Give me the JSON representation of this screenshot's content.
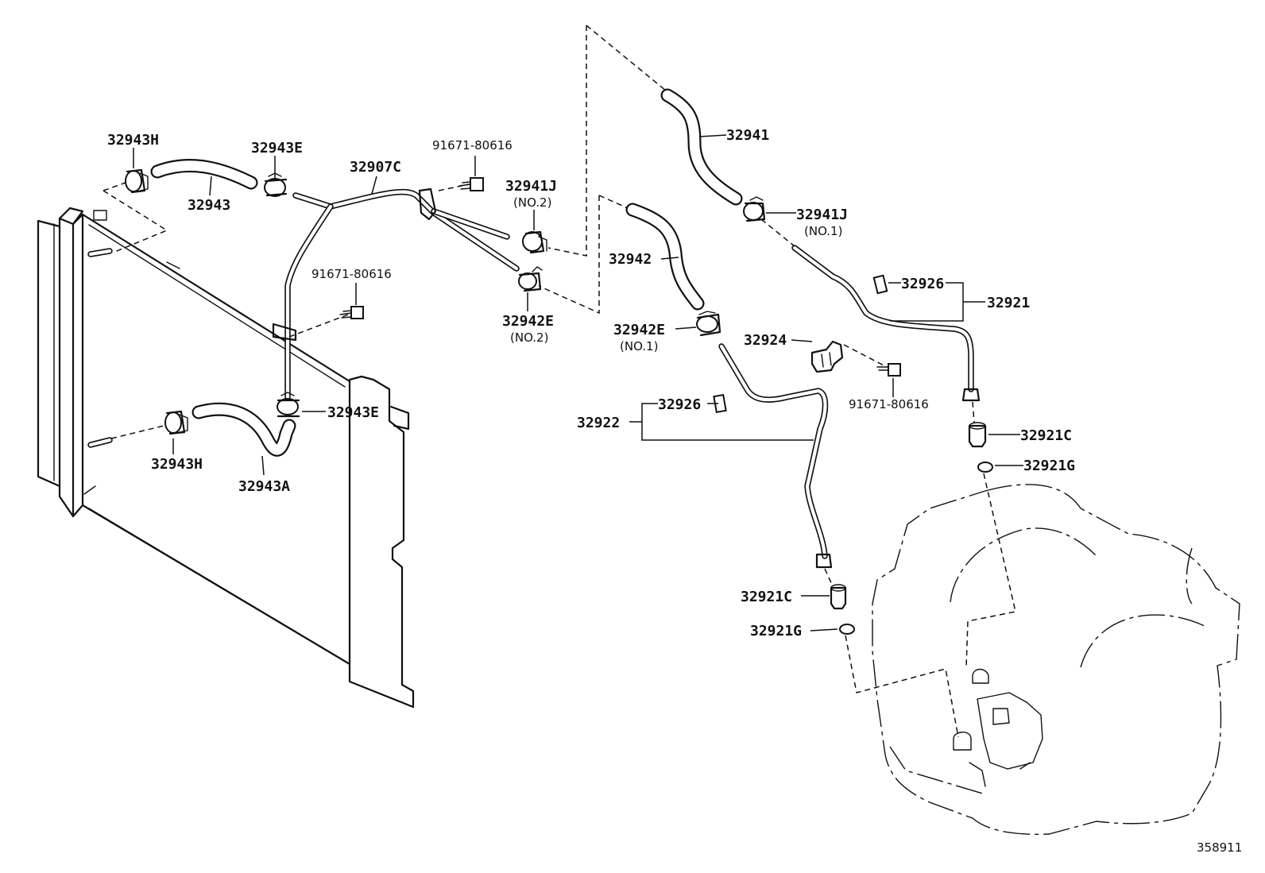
{
  "labels": {
    "p32943H_top": "32943H",
    "p32943E_top": "32943E",
    "p32907C": "32907C",
    "p91671_top": "91671-80616",
    "p32941J_no2": "32941J",
    "p32941J_no2_sub": "(NO.2)",
    "p32943": "32943",
    "p32941": "32941",
    "p32941J_no1": "32941J",
    "p32941J_no1_sub": "(NO.1)",
    "p91671_mid": "91671-80616",
    "p32942": "32942",
    "p32926_upper": "32926",
    "p32921": "32921",
    "p32942E_no2": "32942E",
    "p32942E_no2_sub": "(NO.2)",
    "p32942E_no1": "32942E",
    "p32942E_no1_sub": "(NO.1)",
    "p32924": "32924",
    "p91671_right": "91671-80616",
    "p32926_lower": "32926",
    "p32922": "32922",
    "p32943E_bottom": "32943E",
    "p32921C_upper": "32921C",
    "p32921G_upper": "32921G",
    "p32943H_bottom": "32943H",
    "p32943A": "32943A",
    "p32921C_lower": "32921C",
    "p32921G_lower": "32921G"
  },
  "reference_number": "358911",
  "colors": {
    "line": "#111111",
    "background": "#ffffff"
  }
}
